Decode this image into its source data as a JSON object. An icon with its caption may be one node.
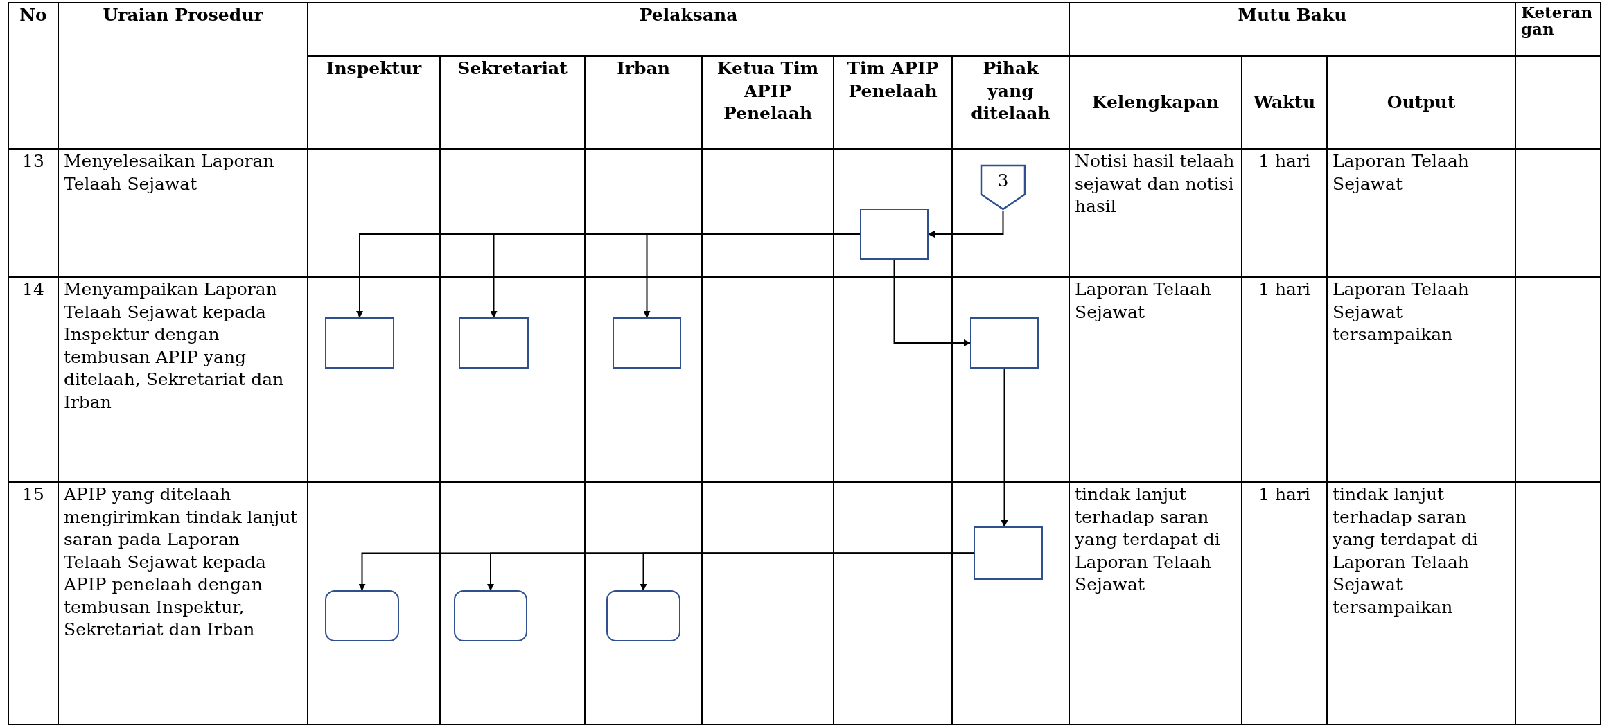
{
  "diagram": {
    "nodes": [
      {
        "text": [
          "3"
        ]
      },
      {
        "text": [],
        "shape": "box"
      },
      {
        "text": [],
        "shape": "box"
      },
      {
        "text": [],
        "shape": "box"
      },
      {
        "text": [],
        "shape": "box"
      },
      {
        "text": [],
        "shape": "box"
      },
      {
        "text": [],
        "shape": "box"
      },
      {
        "text": [],
        "shape": "terminator"
      },
      {
        "text": [],
        "shape": "terminator"
      },
      {
        "text": [],
        "shape": "terminator"
      }
    ],
    "edges": [
      {
        "from": 0,
        "to": 1,
        "arrow": "to"
      },
      {
        "from": 1,
        "to": 2,
        "arrow": "to"
      },
      {
        "from": 1,
        "to": 3,
        "arrow": "to"
      },
      {
        "from": 1,
        "to": 4,
        "arrow": "to"
      },
      {
        "from": 1,
        "to": 5,
        "arrow": "to"
      },
      {
        "from": 5,
        "to": 6,
        "arrow": "to"
      },
      {
        "from": 6,
        "to": 7,
        "arrow": "to"
      },
      {
        "from": 6,
        "to": 8,
        "arrow": "to"
      },
      {
        "from": 6,
        "to": 9,
        "arrow": "to"
      }
    ],
    "labels": [
      "No",
      "Uraian Prosedur",
      "Pelaksana",
      "Mutu Baku",
      "Keterangan",
      "Inspektur",
      "Sekretariat",
      "Irban",
      "Ketua Tim APIP Penelaah",
      "Tim APIP Penelaah",
      "Pihak yang ditelaah",
      "Kelengkapan",
      "Waktu",
      "Output",
      "13",
      "Menyelesaikan Laporan Telaah Sejawat",
      "Notisi hasil telaah sejawat dan notisi hasil",
      "1 hari",
      "Laporan Telaah Sejawat",
      "14",
      "Menyampaikan Laporan Telaah Sejawat kepada Inspektur dengan tembusan APIP yang ditelaah, Sekretariat dan Irban",
      "Laporan Telaah Sejawat",
      "1 hari",
      "Laporan Telaah Sejawat tersampaikan",
      "15",
      "APIP yang ditelaah mengirimkan tindak lanjut saran pada Laporan Telaah Sejawat kepada APIP penelaah dengan tembusan Inspektur, Sekretariat dan Irban",
      "tindak lanjut terhadap saran yang terdapat di Laporan Telaah Sejawat",
      "1 hari",
      "tindak lanjut terhadap saran yang terdapat di Laporan Telaah Sejawat tersampaikan"
    ]
  }
}
